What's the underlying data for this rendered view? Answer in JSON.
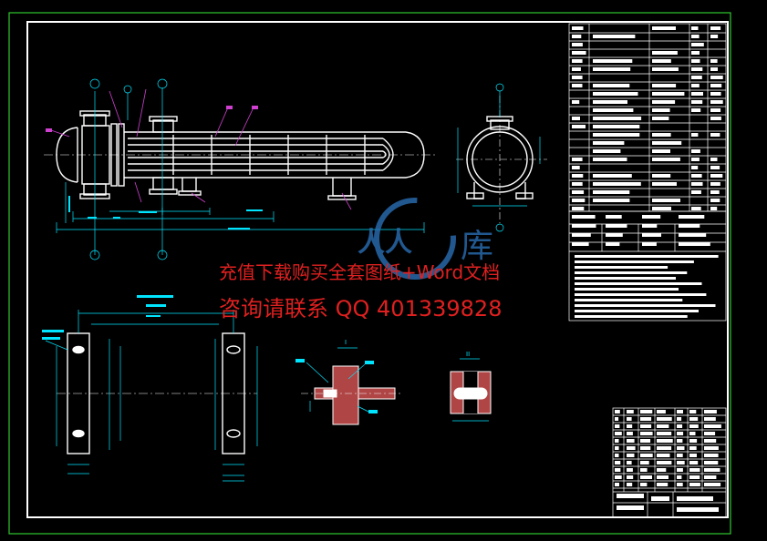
{
  "watermark": {
    "line1": "充值下载购买全套图纸+Word文档",
    "line2": "咨询请联系 QQ 401339828",
    "color": "#e02020"
  },
  "logo": {
    "name": "renrenwenku-logo-icon",
    "glyph_left": "人人",
    "glyph_right": "库"
  },
  "colors": {
    "background": "#000000",
    "frame": "#ffffff",
    "outer_border": "#2ec82e",
    "drawing_lines": "#ffffff",
    "dimensions": "#00e5ff",
    "annotations": "#d040d0",
    "center_lines": "#ffffff",
    "logo": "#2a6fb5"
  },
  "section_labels": {
    "a": "I",
    "b": "II"
  }
}
